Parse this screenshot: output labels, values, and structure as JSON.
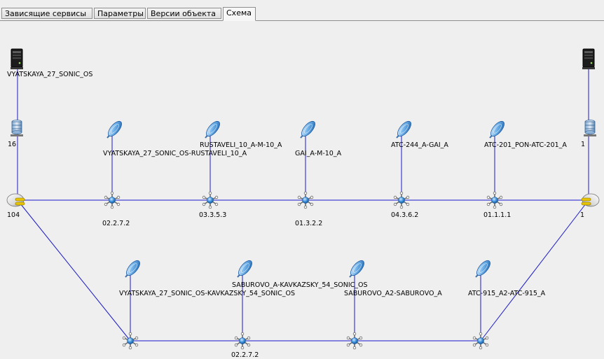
{
  "tabs": [
    {
      "label": "Зависящие сервисы",
      "active": false
    },
    {
      "label": "Параметры",
      "active": false
    },
    {
      "label": "Версии объекта",
      "active": false
    },
    {
      "label": "Схема",
      "active": true
    }
  ],
  "colors": {
    "link": "#1a1acc",
    "node": "#3c8fd8",
    "plug": "#e6c400"
  },
  "nodes": {
    "server_left": {
      "icon": "server-icon",
      "label": "VYATSKAYA_27_SONIC_OS"
    },
    "server_right": {
      "icon": "server-icon",
      "label": ""
    },
    "db_left": {
      "icon": "database-icon",
      "label": "16"
    },
    "db_right": {
      "icon": "database-icon",
      "label": "1"
    },
    "plug_left": {
      "icon": "plug-icon",
      "label": "104"
    },
    "plug_right": {
      "icon": "plug-icon",
      "label": "1"
    },
    "switches_top": [
      {
        "label": "02.2.7.2"
      },
      {
        "label": "03.3.5.3"
      },
      {
        "label": "01.3.2.2"
      },
      {
        "label": "04.3.6.2"
      },
      {
        "label": "01.1.1.1"
      }
    ],
    "antennas_top": [
      {
        "label": "VYATSKAYA_27_SONIC_OS-RUSTAVELI_10_A"
      },
      {
        "label": "RUSTAVELI_10_A-M-10_A"
      },
      {
        "label": "GAI_A-M-10_A"
      },
      {
        "label": "ATC-244_A-GAI_A"
      },
      {
        "label": "ATC-201_PON-ATC-201_A"
      }
    ],
    "switches_bottom": [
      {
        "label": ""
      },
      {
        "label": "02.2.7.2"
      },
      {
        "label": ""
      },
      {
        "label": ""
      }
    ],
    "antennas_bottom": [
      {
        "label": "VYATSKAYA_27_SONIC_OS-KAVKAZSKY_54_SONIC_OS"
      },
      {
        "label": "SABUROVO_A-KAVKAZSKY_54_SONIC_OS"
      },
      {
        "label": "SABUROVO_A2-SABUROVO_A"
      },
      {
        "label": "ATC-915_A2-ATC-915_A"
      }
    ]
  }
}
